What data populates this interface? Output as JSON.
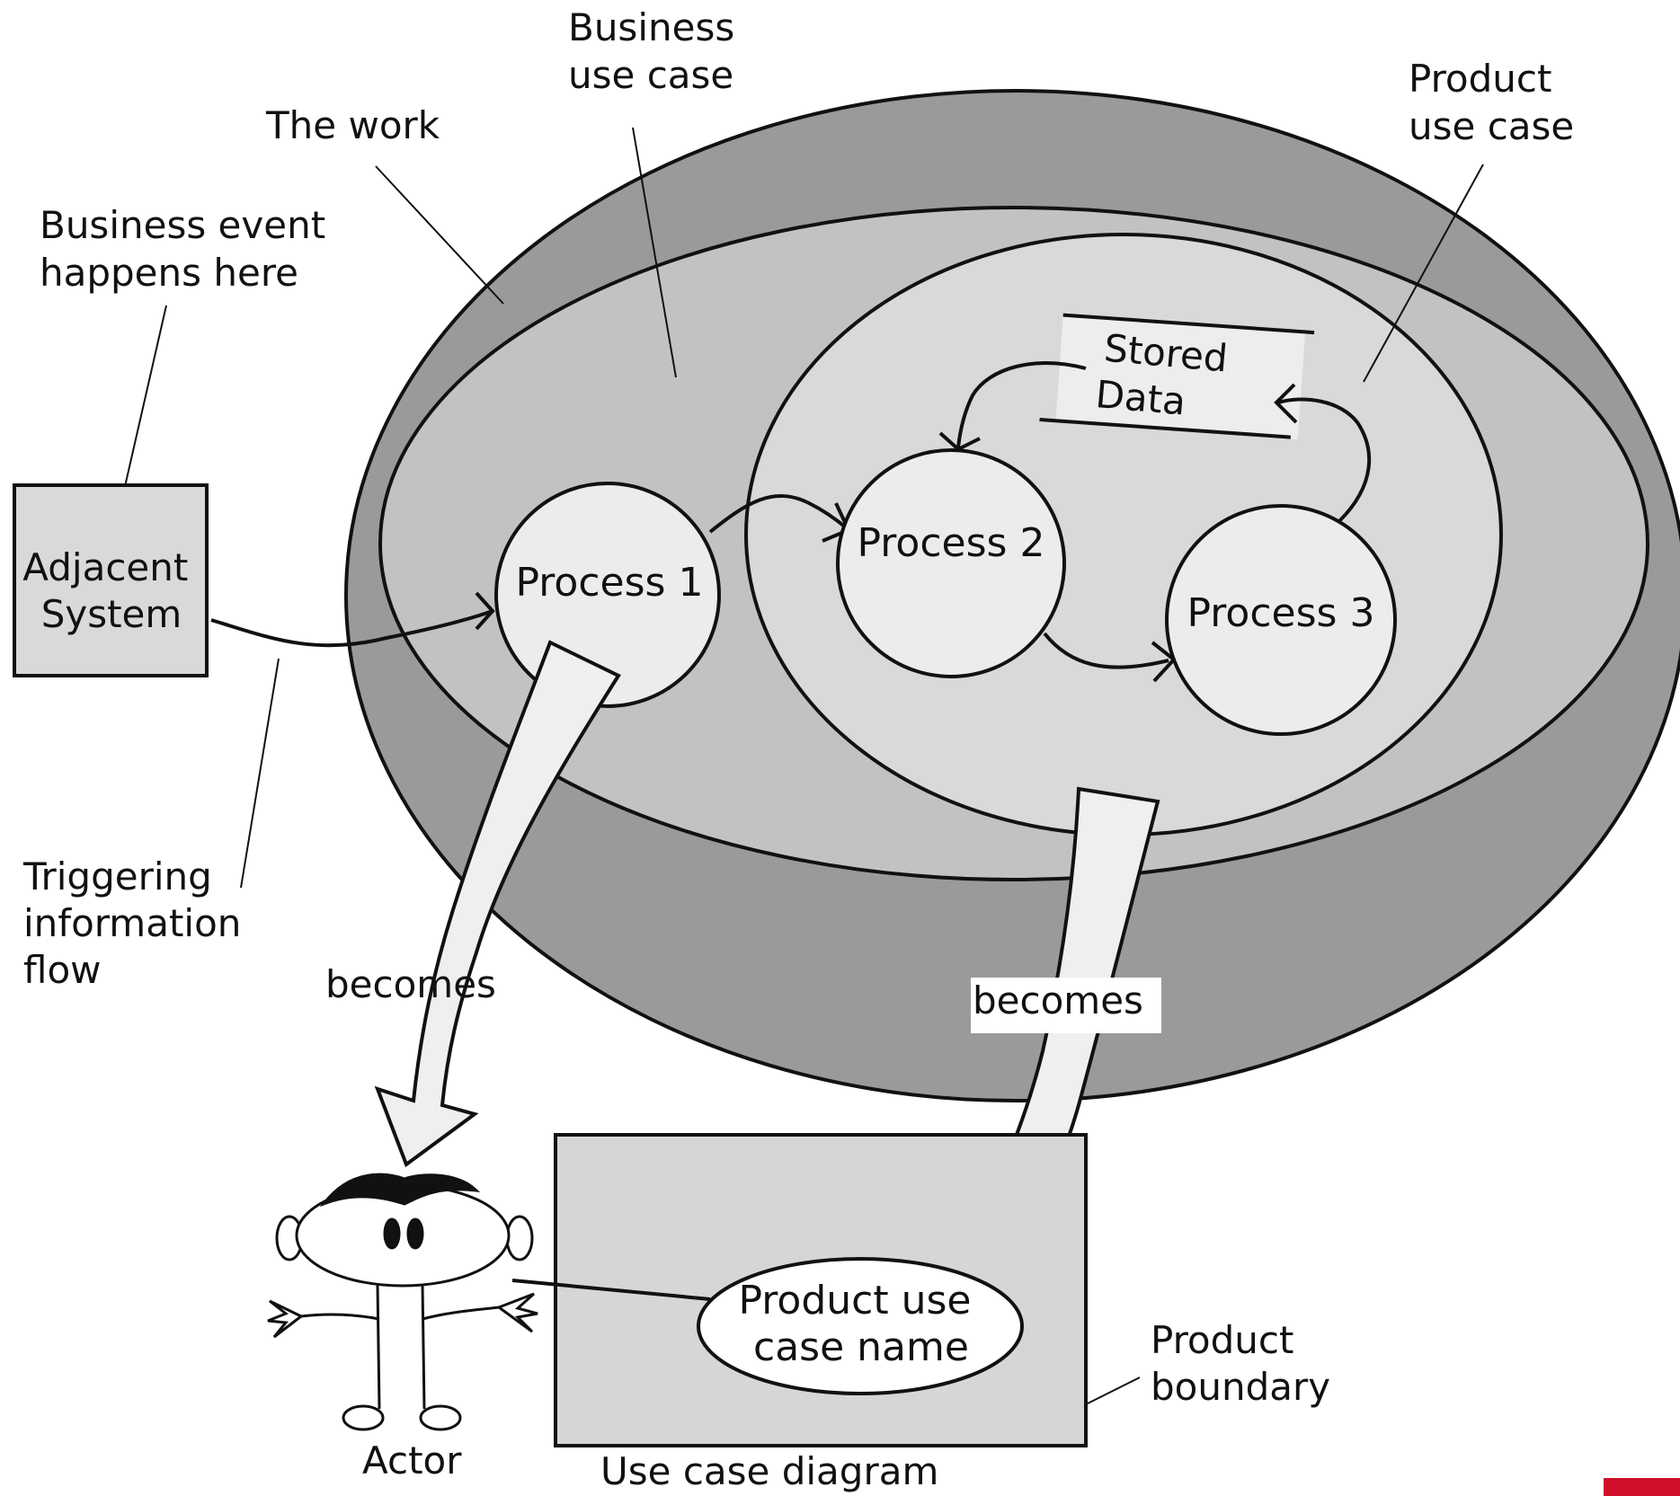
{
  "labels": {
    "business_use_case": [
      "Business",
      "use case"
    ],
    "the_work": "The work",
    "product_use_case": [
      "Product",
      "use case"
    ],
    "business_event": [
      "Business event",
      "happens here"
    ],
    "adjacent_system": [
      "Adjacent",
      "System"
    ],
    "triggering_flow": [
      "Triggering",
      "information",
      "flow"
    ],
    "stored_data": [
      "Stored",
      "Data"
    ],
    "process_1": "Process 1",
    "process_2": "Process 2",
    "process_3": "Process 3",
    "becomes_left": "becomes",
    "becomes_right": "becomes",
    "product_use_case_name": [
      "Product use",
      "case name"
    ],
    "product_boundary": [
      "Product",
      "boundary"
    ],
    "actor": "Actor",
    "use_case_diagram": "Use case diagram"
  },
  "colors": {
    "work_outer": "#9a9a9a",
    "business_use_case_fill": "#c2c2c2",
    "product_use_case_fill": "#d9d9d9",
    "process_fill": "#ececec",
    "boundary_fill": "#d6d6d6",
    "accent_corner": "#d0102b"
  }
}
